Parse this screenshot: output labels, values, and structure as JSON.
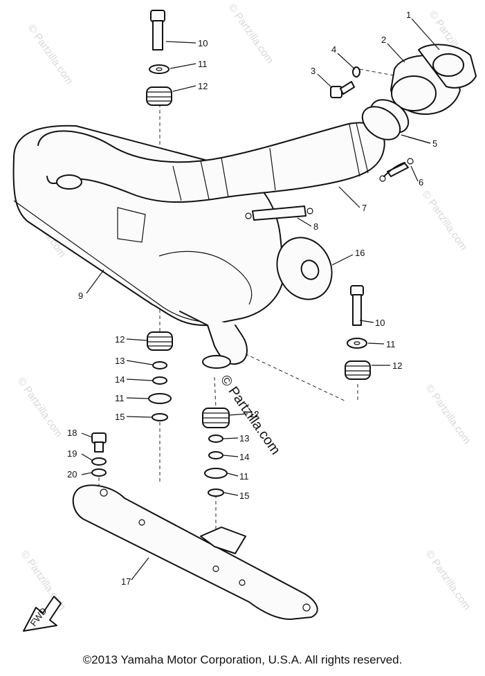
{
  "watermark": {
    "text": "© Partzilla.com"
  },
  "callouts": [
    {
      "id": "c1",
      "label": "1"
    },
    {
      "id": "c2",
      "label": "2"
    },
    {
      "id": "c3",
      "label": "3"
    },
    {
      "id": "c4",
      "label": "4"
    },
    {
      "id": "c5",
      "label": "5"
    },
    {
      "id": "c6",
      "label": "6"
    },
    {
      "id": "c7",
      "label": "7"
    },
    {
      "id": "c8",
      "label": "8"
    },
    {
      "id": "c9",
      "label": "9"
    },
    {
      "id": "c10a",
      "label": "10"
    },
    {
      "id": "c11a",
      "label": "11"
    },
    {
      "id": "c12a",
      "label": "12"
    },
    {
      "id": "c16",
      "label": "16"
    },
    {
      "id": "c10b",
      "label": "10"
    },
    {
      "id": "c11b",
      "label": "11"
    },
    {
      "id": "c12b",
      "label": "12"
    },
    {
      "id": "c12c",
      "label": "12"
    },
    {
      "id": "c13a",
      "label": "13"
    },
    {
      "id": "c14a",
      "label": "14"
    },
    {
      "id": "c11c",
      "label": "11"
    },
    {
      "id": "c15a",
      "label": "15"
    },
    {
      "id": "c12d",
      "label": "12"
    },
    {
      "id": "c13b",
      "label": "13"
    },
    {
      "id": "c14b",
      "label": "14"
    },
    {
      "id": "c11d",
      "label": "11"
    },
    {
      "id": "c15b",
      "label": "15"
    },
    {
      "id": "c18",
      "label": "18"
    },
    {
      "id": "c19",
      "label": "19"
    },
    {
      "id": "c20",
      "label": "20"
    },
    {
      "id": "c17",
      "label": "17"
    }
  ],
  "fwd_mark": {
    "label": "FWD"
  },
  "copyright": "©2013 Yamaha Motor Corporation, U.S.A. All rights reserved."
}
